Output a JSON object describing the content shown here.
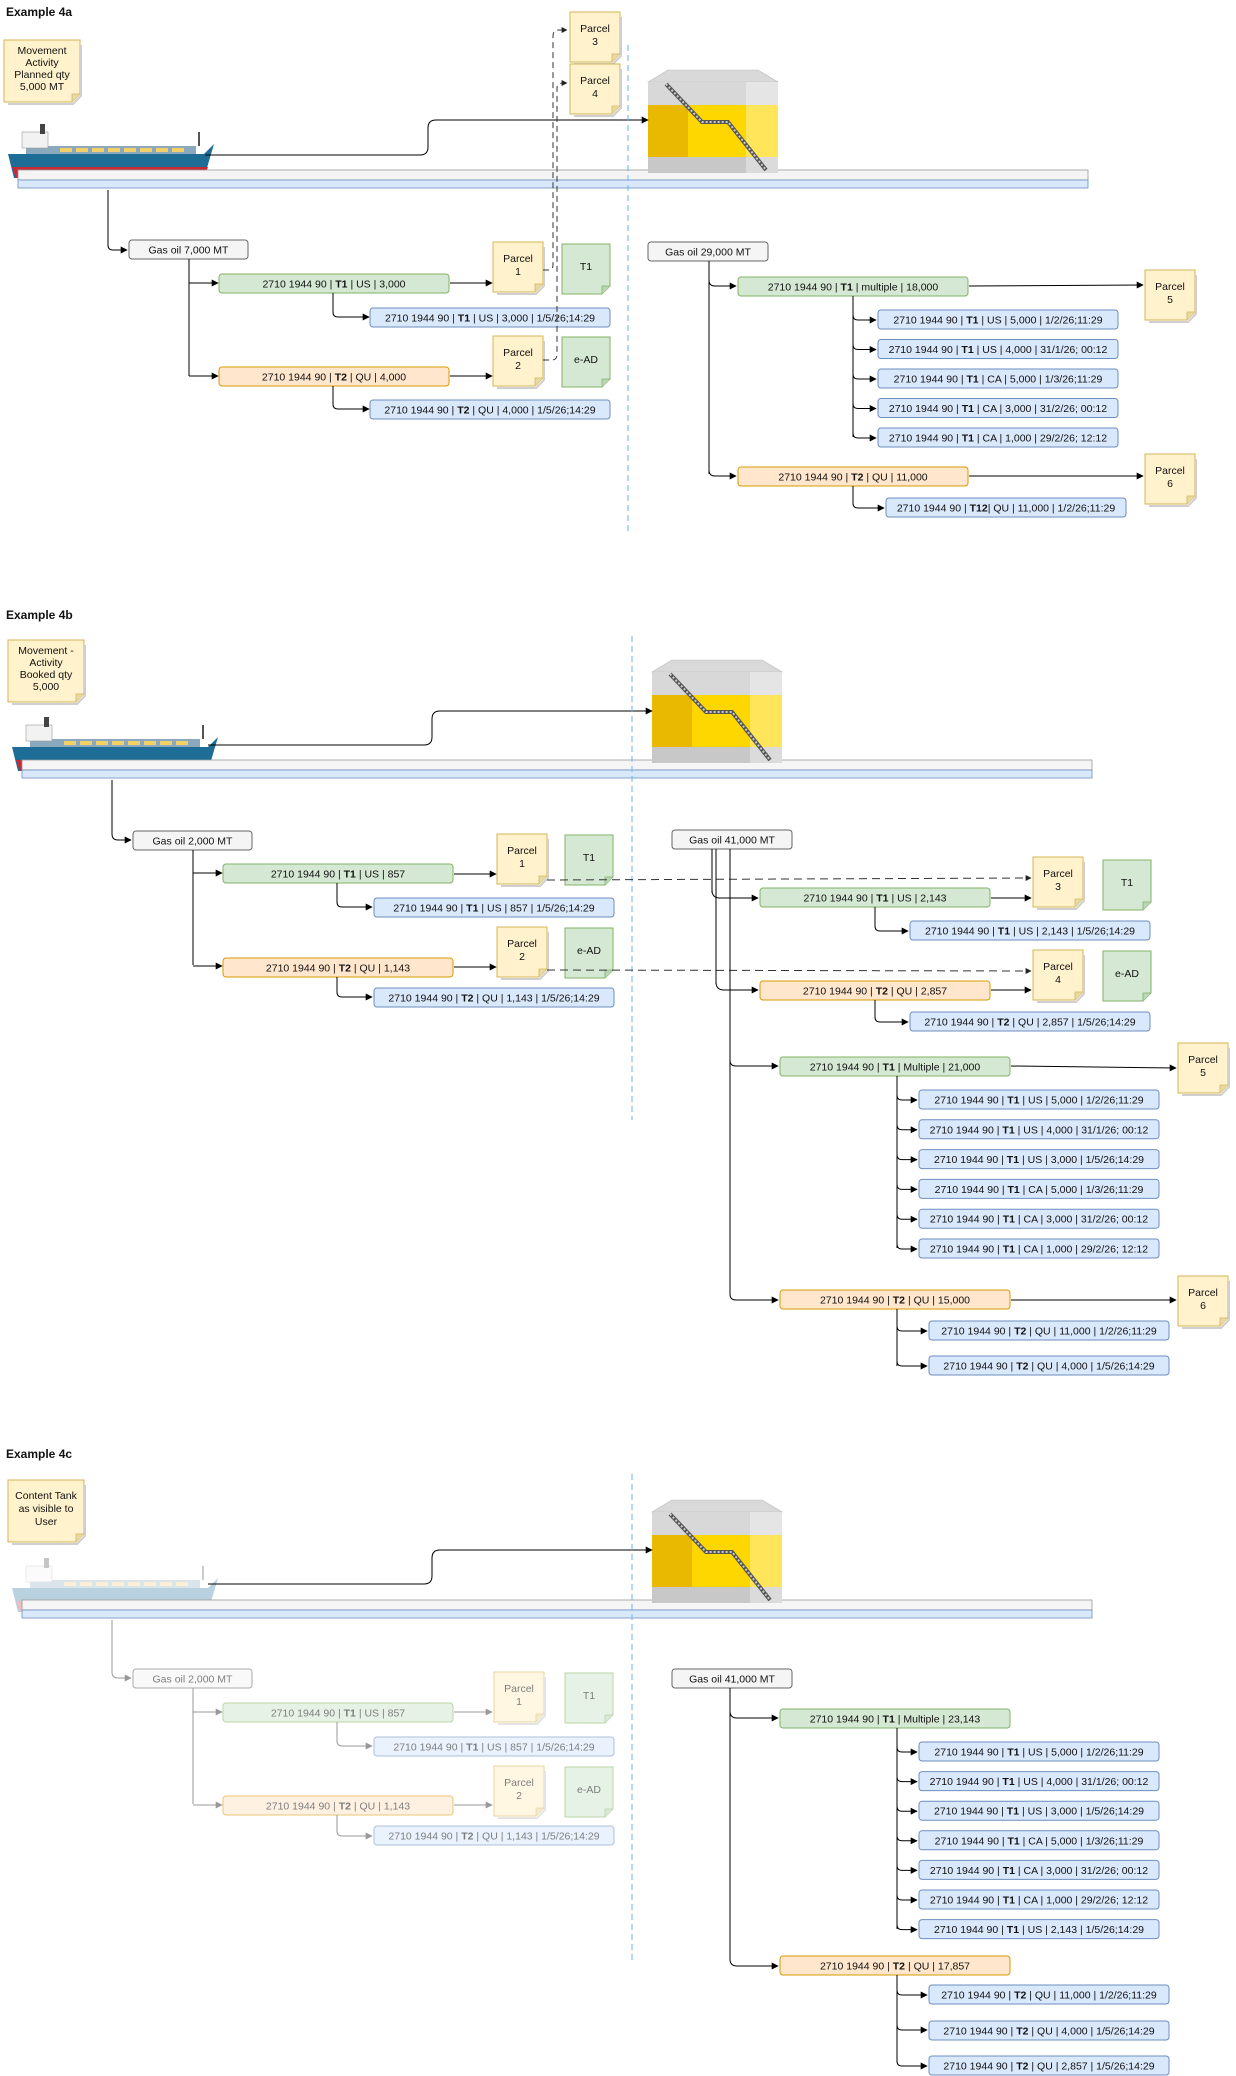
{
  "colors": {
    "green_fill": "#d5e8d4",
    "green_stroke": "#82b366",
    "orange_fill": "#ffe6cc",
    "orange_stroke": "#d79b00",
    "blue_fill": "#dae8fc",
    "blue_stroke": "#6c8ebf",
    "note_fill": "#fff2cc",
    "note_stroke": "#d6b656",
    "gray_fill": "#f5f5f5",
    "gray_stroke": "#666666",
    "divider": "#66b2ff",
    "tank_yellow": "#ffd700"
  },
  "icons": [
    "cargo-ship-icon",
    "storage-tank-icon"
  ],
  "sections": {
    "a": {
      "title": "Example 4a",
      "note": [
        "Movement",
        "Activity",
        "Planned qty",
        "5,000 MT"
      ],
      "ship_gas": "Gas oil 7,000 MT",
      "tank_gas": "Gas oil 29,000 MT",
      "left_lines": [
        {
          "c": "green",
          "t": [
            "2710 1944 90 | ",
            "T1",
            " | US | 3,000"
          ]
        },
        {
          "c": "blue",
          "t": [
            "2710 1944 90 | ",
            "T1",
            " | US | 3,000 | 1/5/26;14:29"
          ]
        },
        {
          "c": "orange",
          "t": [
            "2710 1944 90 | ",
            "T2",
            " | QU | 4,000"
          ]
        },
        {
          "c": "blue",
          "t": [
            "2710 1944 90 | ",
            "T2",
            " | QU | 4,000 | 1/5/26;14:29"
          ]
        }
      ],
      "left_parcels": [
        [
          "Parcel",
          "1"
        ],
        [
          "Parcel",
          "2"
        ]
      ],
      "docs": [
        "T1",
        "e-AD"
      ],
      "top_parcels": [
        [
          "Parcel",
          "3"
        ],
        [
          "Parcel",
          "4"
        ]
      ],
      "right_lines": [
        {
          "c": "green",
          "t": [
            "2710 1944 90 | ",
            "T1",
            " | multiple | 18,000"
          ]
        },
        {
          "c": "blue",
          "t": [
            "2710 1944 90 | ",
            "T1",
            " | US | 5,000 | 1/2/26;11:29"
          ]
        },
        {
          "c": "blue",
          "t": [
            "2710 1944 90 | ",
            "T1",
            " | US | 4,000 | 31/1/26; 00:12"
          ]
        },
        {
          "c": "blue",
          "t": [
            "2710 1944 90 | ",
            "T1",
            " | CA | 5,000 | 1/3/26;11:29"
          ]
        },
        {
          "c": "blue",
          "t": [
            "2710 1944 90 | ",
            "T1",
            " | CA | 3,000 | 31/2/26; 00:12"
          ]
        },
        {
          "c": "blue",
          "t": [
            "2710 1944 90 | ",
            "T1",
            " | CA | 1,000 | 29/2/26; 12:12"
          ]
        },
        {
          "c": "orange",
          "t": [
            "2710 1944 90 | ",
            "T2",
            " | QU | 11,000"
          ]
        },
        {
          "c": "blue",
          "t": [
            "2710 1944 90 | ",
            "T12",
            "| QU | 11,000 | 1/2/26;11:29"
          ]
        }
      ],
      "right_parcels": [
        [
          "Parcel",
          "5"
        ],
        [
          "Parcel",
          "6"
        ]
      ]
    },
    "b": {
      "title": "Example 4b",
      "note": [
        "Movement -",
        "Activity",
        "Booked qty",
        "5,000"
      ],
      "ship_gas": "Gas oil 2,000 MT",
      "tank_gas": "Gas oil 41,000 MT",
      "left_lines": [
        {
          "c": "green",
          "t": [
            "2710 1944 90 | ",
            "T1",
            " | US | 857"
          ]
        },
        {
          "c": "blue",
          "t": [
            "2710 1944 90 | ",
            "T1",
            " | US | 857 | 1/5/26;14:29"
          ]
        },
        {
          "c": "orange",
          "t": [
            "2710 1944 90 | ",
            "T2",
            " | QU | 1,143"
          ]
        },
        {
          "c": "blue",
          "t": [
            "2710 1944 90 | ",
            "T2",
            " | QU | 1,143 | 1/5/26;14:29"
          ]
        }
      ],
      "left_parcels": [
        [
          "Parcel",
          "1"
        ],
        [
          "Parcel",
          "2"
        ]
      ],
      "docs": [
        "T1",
        "e-AD"
      ],
      "mid_lines": [
        {
          "c": "green",
          "t": [
            "2710 1944 90 | ",
            "T1",
            " | US | 2,143"
          ]
        },
        {
          "c": "blue",
          "t": [
            "2710 1944 90 | ",
            "T1",
            " | US | 2,143 | 1/5/26;14:29"
          ]
        },
        {
          "c": "orange",
          "t": [
            "2710 1944 90 | ",
            "T2",
            " | QU | 2,857"
          ]
        },
        {
          "c": "blue",
          "t": [
            "2710 1944 90 | ",
            "T2",
            " | QU | 2,857 | 1/5/26;14:29"
          ]
        }
      ],
      "mid_parcels": [
        [
          "Parcel",
          "3"
        ],
        [
          "Parcel",
          "4"
        ]
      ],
      "mid_docs": [
        "T1",
        "e-AD"
      ],
      "right_lines": [
        {
          "c": "green",
          "t": [
            "2710 1944 90 | ",
            "T1",
            " | Multiple | 21,000"
          ]
        },
        {
          "c": "blue",
          "t": [
            "2710 1944 90 | ",
            "T1",
            " | US | 5,000 | 1/2/26;11:29"
          ]
        },
        {
          "c": "blue",
          "t": [
            "2710 1944 90 | ",
            "T1",
            " | US | 4,000 | 31/1/26; 00:12"
          ]
        },
        {
          "c": "blue",
          "t": [
            "2710 1944 90 | ",
            "T1",
            " | US | 3,000 | 1/5/26;14:29"
          ]
        },
        {
          "c": "blue",
          "t": [
            "2710 1944 90 | ",
            "T1",
            " | CA | 5,000 | 1/3/26;11:29"
          ]
        },
        {
          "c": "blue",
          "t": [
            "2710 1944 90 | ",
            "T1",
            " | CA | 3,000 | 31/2/26; 00:12"
          ]
        },
        {
          "c": "blue",
          "t": [
            "2710 1944 90 | ",
            "T1",
            " | CA | 1,000 | 29/2/26; 12:12"
          ]
        },
        {
          "c": "orange",
          "t": [
            "2710 1944 90 | ",
            "T2",
            " | QU | 15,000"
          ]
        },
        {
          "c": "blue",
          "t": [
            "2710 1944 90 | ",
            "T2",
            " | QU | 11,000 | 1/2/26;11:29"
          ]
        },
        {
          "c": "blue",
          "t": [
            "2710 1944 90 | ",
            "T2",
            " | QU | 4,000 | 1/5/26;14:29"
          ]
        }
      ],
      "right_parcels": [
        [
          "Parcel",
          "5"
        ],
        [
          "Parcel",
          "6"
        ]
      ]
    },
    "c": {
      "title": "Example 4c",
      "note": [
        "Content Tank",
        "as visible to",
        "User"
      ],
      "ship_gas": "Gas oil 2,000 MT",
      "tank_gas": "Gas oil 41,000 MT",
      "left_lines": [
        {
          "c": "green",
          "t": [
            "2710 1944 90 | ",
            "T1",
            " | US | 857"
          ]
        },
        {
          "c": "blue",
          "t": [
            "2710 1944 90 | ",
            "T1",
            " | US | 857 | 1/5/26;14:29"
          ]
        },
        {
          "c": "orange",
          "t": [
            "2710 1944 90 | ",
            "T2",
            " | QU | 1,143"
          ]
        },
        {
          "c": "blue",
          "t": [
            "2710 1944 90 | ",
            "T2",
            " | QU | 1,143 | 1/5/26;14:29"
          ]
        }
      ],
      "left_parcels": [
        [
          "Parcel",
          "1"
        ],
        [
          "Parcel",
          "2"
        ]
      ],
      "docs": [
        "T1",
        "e-AD"
      ],
      "right_lines": [
        {
          "c": "green",
          "t": [
            "2710 1944 90 | ",
            "T1",
            " | Multiple | 23,143"
          ]
        },
        {
          "c": "blue",
          "t": [
            "2710 1944 90 | ",
            "T1",
            " | US | 5,000 | 1/2/26;11:29"
          ]
        },
        {
          "c": "blue",
          "t": [
            "2710 1944 90 | ",
            "T1",
            " | US | 4,000 | 31/1/26; 00:12"
          ]
        },
        {
          "c": "blue",
          "t": [
            "2710 1944 90 | ",
            "T1",
            " | US | 3,000 | 1/5/26;14:29"
          ]
        },
        {
          "c": "blue",
          "t": [
            "2710 1944 90 | ",
            "T1",
            " | CA | 5,000 | 1/3/26;11:29"
          ]
        },
        {
          "c": "blue",
          "t": [
            "2710 1944 90 | ",
            "T1",
            " | CA | 3,000 | 31/2/26; 00:12"
          ]
        },
        {
          "c": "blue",
          "t": [
            "2710 1944 90 | ",
            "T1",
            " | CA | 1,000 | 29/2/26; 12:12"
          ]
        },
        {
          "c": "blue",
          "t": [
            "2710 1944 90 | ",
            "T1",
            " | US | 2,143 | 1/5/26;14:29"
          ]
        },
        {
          "c": "orange",
          "t": [
            "2710 1944 90 | ",
            "T2",
            " | QU | 17,857"
          ]
        },
        {
          "c": "blue",
          "t": [
            "2710 1944 90 | ",
            "T2",
            " | QU | 11,000 | 1/2/26;11:29"
          ]
        },
        {
          "c": "blue",
          "t": [
            "2710 1944 90 | ",
            "T2",
            " | QU | 4,000 | 1/5/26;14:29"
          ]
        },
        {
          "c": "blue",
          "t": [
            "2710 1944 90 | ",
            "T2",
            " | QU | 2,857 | 1/5/26;14:29"
          ]
        }
      ]
    }
  }
}
